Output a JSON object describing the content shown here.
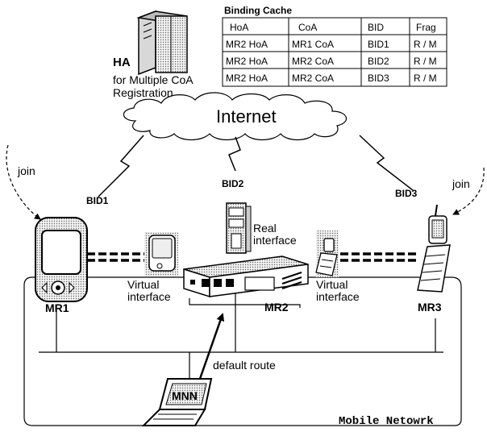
{
  "home_agent": {
    "abbrev": "HA",
    "description_line1": "for Multiple CoA",
    "description_line2": "Registration"
  },
  "binding_cache": {
    "title": "Binding Cache",
    "columns": [
      "HoA",
      "CoA",
      "BID",
      "Frag"
    ],
    "rows": [
      [
        "MR2 HoA",
        "MR1 CoA",
        "BID1",
        "R / M"
      ],
      [
        "MR2 HoA",
        "MR2 CoA",
        "BID2",
        "R / M"
      ],
      [
        "MR2 HoA",
        "MR2 CoA",
        "BID3",
        "R / M"
      ]
    ]
  },
  "internet_label": "Internet",
  "links": {
    "bid1": "BID1",
    "bid2": "BID2",
    "bid3": "BID3"
  },
  "join_left": "join",
  "join_right": "join",
  "routers": {
    "mr1": "MR1",
    "mr2": "MR2",
    "mr3": "MR3"
  },
  "real_interface": {
    "line1": "Real",
    "line2": "interface"
  },
  "virtual_interface_left": {
    "line1": "Virtual",
    "line2": "interface"
  },
  "virtual_interface_right": {
    "line1": "Virtual",
    "line2": "interface"
  },
  "default_route": "default route",
  "mnn": "MNN",
  "network_label": "Mobile Netowrk"
}
